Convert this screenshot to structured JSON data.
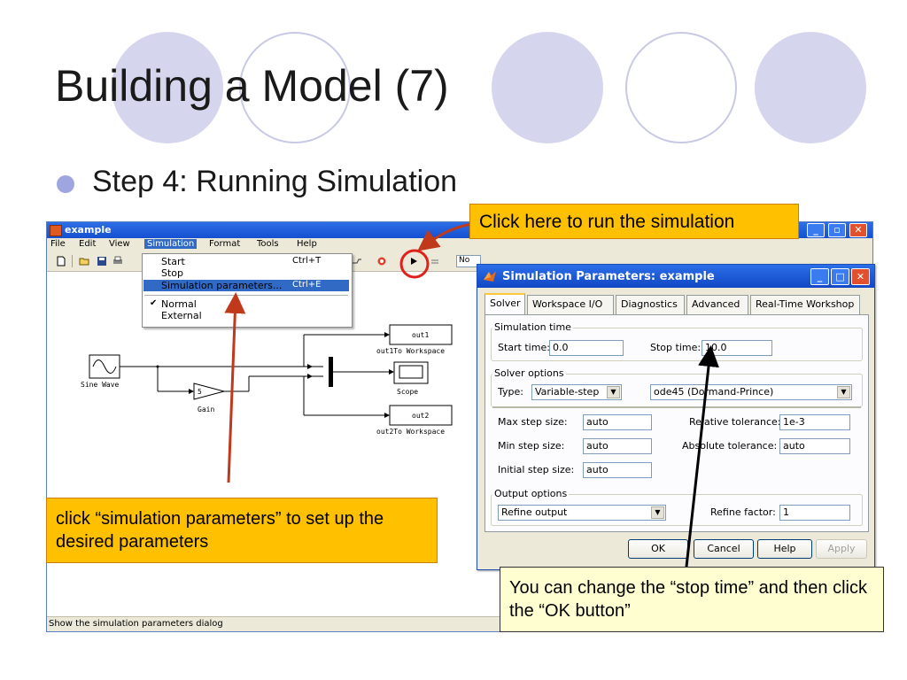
{
  "slide": {
    "title": "Building a Model (7)",
    "bullet": "Step 4: Running Simulation"
  },
  "colors": {
    "decor_circle": "#d5d6ee",
    "bullet": "#9fa6df",
    "callout_orange": "#ffc000",
    "callout_cream": "#fffed0",
    "arrow_red": "#c0391b",
    "highlight_ring": "#e0201a"
  },
  "simulink_window": {
    "title": "example",
    "menubar": [
      "File",
      "Edit",
      "View",
      "Simulation",
      "Format",
      "Tools",
      "Help"
    ],
    "toolbar_mode_value": "No",
    "status": "Show the simulation parameters dialog"
  },
  "simulation_menu": {
    "items": [
      {
        "label": "Start",
        "shortcut": "Ctrl+T"
      },
      {
        "label": "Stop",
        "shortcut": ""
      },
      {
        "label": "Simulation parameters...",
        "shortcut": "Ctrl+E"
      },
      {
        "label": "Normal",
        "shortcut": ""
      },
      {
        "label": "External",
        "shortcut": ""
      }
    ],
    "check_mark": "✔"
  },
  "diagram": {
    "blocks": {
      "sine_wave": "Sine Wave",
      "gain_value": "5",
      "gain": "Gain",
      "scope": "Scope",
      "out1_value": "out1",
      "out1": "out1To Workspace",
      "out2_value": "out2",
      "out2": "out2To Workspace"
    }
  },
  "params_dialog": {
    "title": "Simulation Parameters: example",
    "tabs": [
      "Solver",
      "Workspace I/O",
      "Diagnostics",
      "Advanced",
      "Real-Time Workshop"
    ],
    "simulation_time": {
      "group": "Simulation time",
      "start_label": "Start time:",
      "start_value": "0.0",
      "stop_label": "Stop time:",
      "stop_value": "10.0"
    },
    "solver_options": {
      "group": "Solver options",
      "type_label": "Type:",
      "type_value": "Variable-step",
      "solver_value": "ode45 (Dormand-Prince)",
      "max_step_label": "Max step size:",
      "max_step_value": "auto",
      "rel_tol_label": "Relative tolerance:",
      "rel_tol_value": "1e-3",
      "min_step_label": "Min step size:",
      "min_step_value": "auto",
      "abs_tol_label": "Absolute tolerance:",
      "abs_tol_value": "auto",
      "initial_step_label": "Initial step size:",
      "initial_step_value": "auto"
    },
    "output_options": {
      "group": "Output options",
      "refine_output_value": "Refine output",
      "refine_factor_label": "Refine factor:",
      "refine_factor_value": "1"
    },
    "buttons": {
      "ok": "OK",
      "cancel": "Cancel",
      "help": "Help",
      "apply": "Apply"
    }
  },
  "callouts": {
    "run": "Click here to run the simulation",
    "params": "click “simulation parameters” to set up the desired parameters",
    "stop_time": "You can change the “stop time” and then click the “OK button”"
  }
}
